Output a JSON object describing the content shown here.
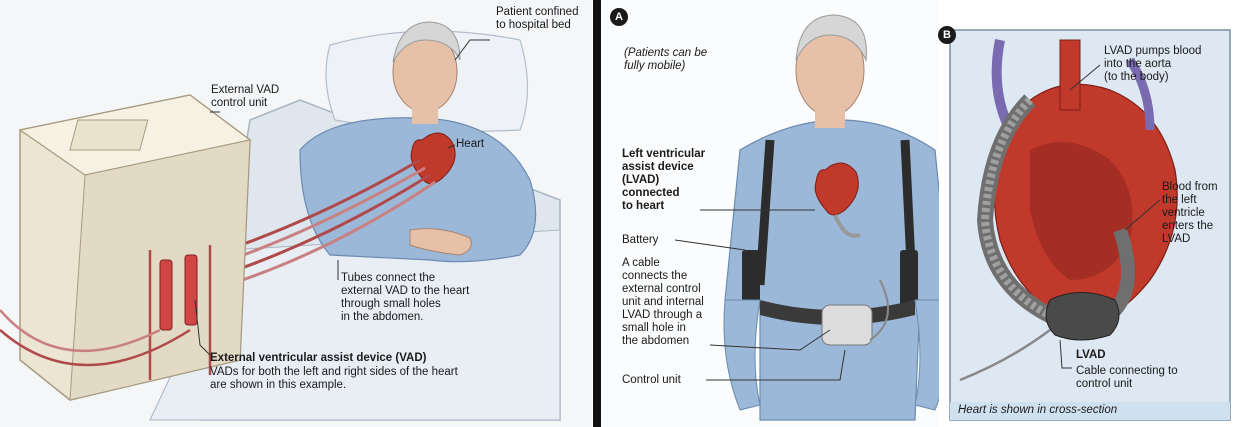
{
  "left_panel": {
    "labels": {
      "patient_bed": "Patient confined\nto hospital bed",
      "external_control": "External VAD\ncontrol unit",
      "heart": "Heart",
      "tubes": "Tubes connect the\nexternal VAD to the heart\nthrough small holes\nin the abdomen.",
      "vad_title": "External ventricular assist device (VAD)",
      "vad_desc": "VADs for both the left and right sides of the heart\nare shown in this example."
    }
  },
  "panel_a": {
    "badge": "A",
    "labels": {
      "mobile": "(Patients can be\nfully mobile)",
      "lvad_connected": "Left ventricular\nassist device\n(LVAD)\nconnected\nto heart",
      "battery": "Battery",
      "cable": "A cable\nconnects the\nexternal control\nunit and internal\nLVAD through a\nsmall hole in\nthe abdomen",
      "control_unit": "Control unit"
    }
  },
  "panel_b": {
    "badge": "B",
    "labels": {
      "pumps": "LVAD pumps blood\ninto the aorta\n(to the body)",
      "blood_from": "Blood from\nthe left\nventricle\nenters the\nLVAD",
      "lvad": "LVAD",
      "cable_connecting": "Cable connecting to\ncontrol unit",
      "cross_section": "Heart is shown in cross-section"
    }
  },
  "colors": {
    "divider": "#111111",
    "gown": "#9cb8d8",
    "heart_red": "#c0392b",
    "panel_b_bg": "#dde8f2",
    "caption_bar": "#cfe0ef"
  }
}
